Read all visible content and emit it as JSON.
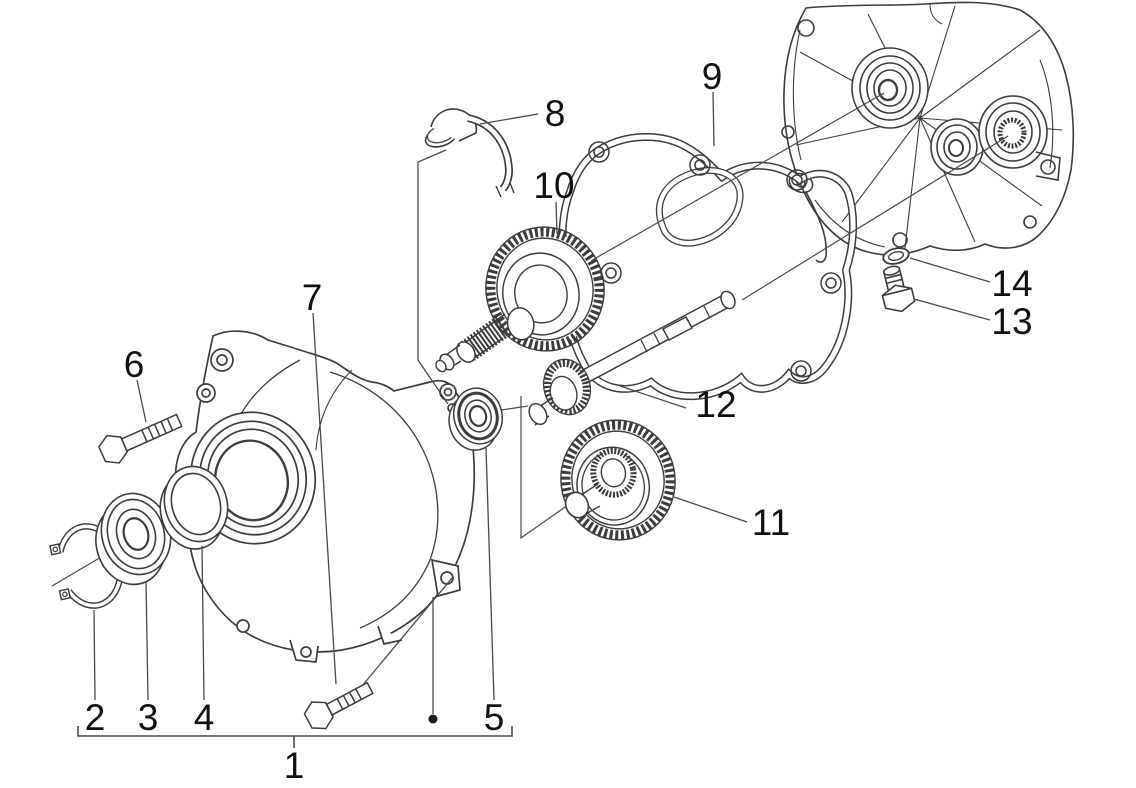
{
  "figure": {
    "type": "exploded-parts-diagram",
    "background": "#ffffff",
    "line_color": "#3d3d3d",
    "label_color": "#111111"
  },
  "callouts": {
    "c1": "1",
    "c2": "2",
    "c3": "3",
    "c4": "4",
    "c5": "5",
    "c6": "6",
    "c7": "7",
    "c8": "8",
    "c9": "9",
    "c10": "10",
    "c11": "11",
    "c12": "12",
    "c13": "13",
    "c14": "14"
  }
}
